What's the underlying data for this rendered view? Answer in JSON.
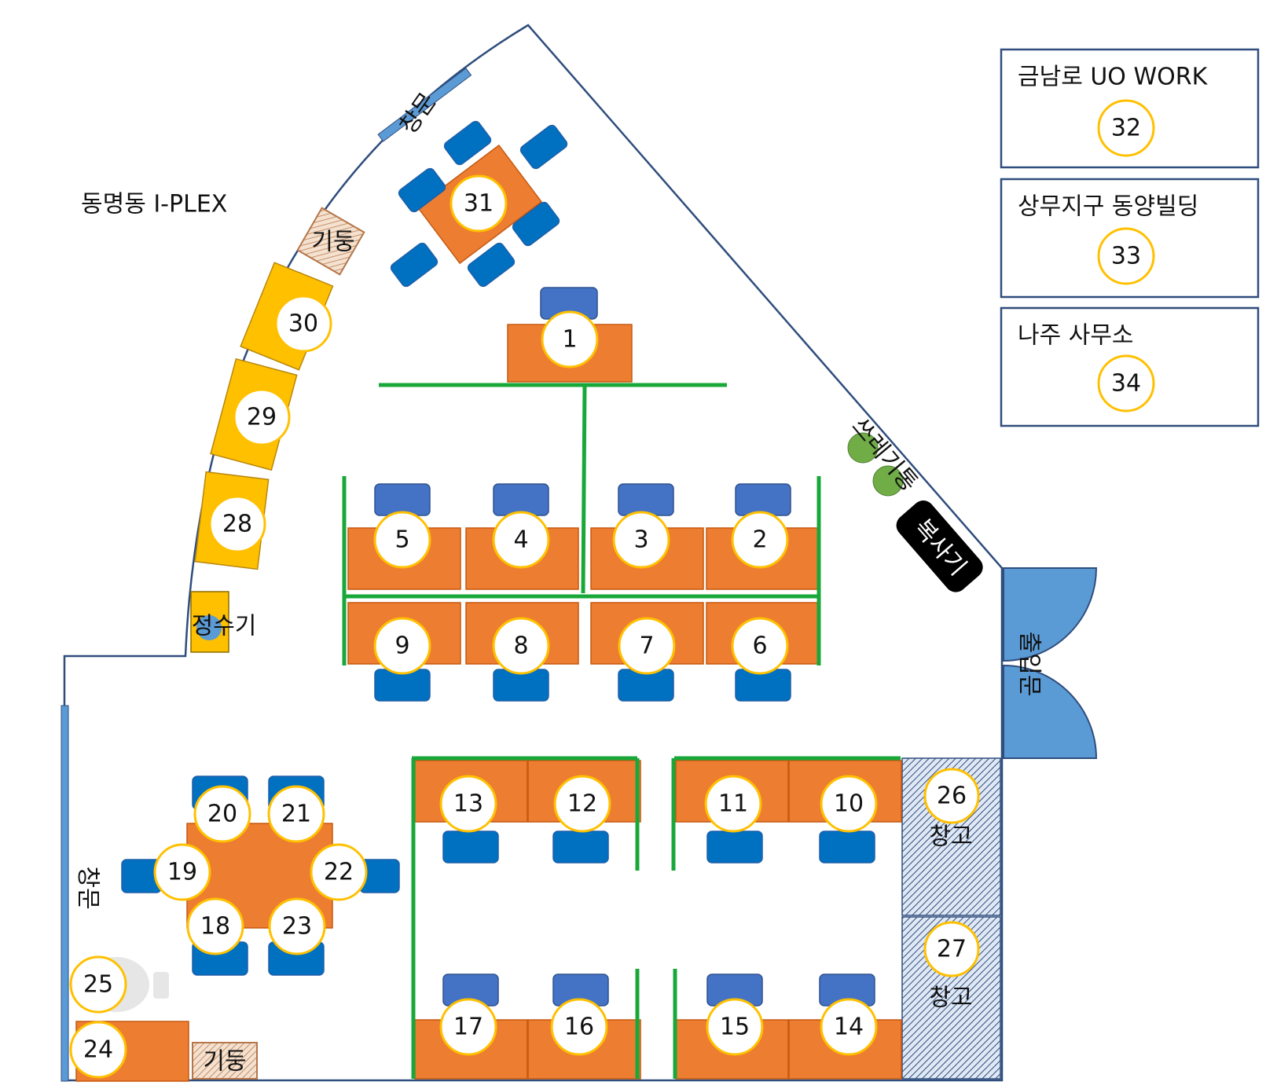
{
  "building_label": "동명동 I-PLEX",
  "labels": {
    "window": "창문",
    "pillar": "기둥",
    "water_dispenser": "정수기",
    "trash": "쓰레기통",
    "copier": "복사기",
    "entrance": "출입문",
    "storage": "창고"
  },
  "seats": {
    "s1": "1",
    "s2": "2",
    "s3": "3",
    "s4": "4",
    "s5": "5",
    "s6": "6",
    "s7": "7",
    "s8": "8",
    "s9": "9",
    "s10": "10",
    "s11": "11",
    "s12": "12",
    "s13": "13",
    "s14": "14",
    "s15": "15",
    "s16": "16",
    "s17": "17",
    "s18": "18",
    "s19": "19",
    "s20": "20",
    "s21": "21",
    "s22": "22",
    "s23": "23",
    "s24": "24",
    "s25": "25",
    "s26": "26",
    "s27": "27",
    "s28": "28",
    "s29": "29",
    "s30": "30",
    "s31": "31"
  },
  "remote_offices": [
    {
      "name": "금남로 UO WORK",
      "seat": "32"
    },
    {
      "name": "상무지구 동양빌딩",
      "seat": "33"
    },
    {
      "name": "나주 사무소",
      "seat": "34"
    }
  ],
  "colors": {
    "desk": "#ed7d31",
    "window_desk": "#ffc000",
    "chair": "#4472c4",
    "partition": "#18a83a",
    "wall": "#2f4d7d",
    "door": "#5b9bd5"
  }
}
